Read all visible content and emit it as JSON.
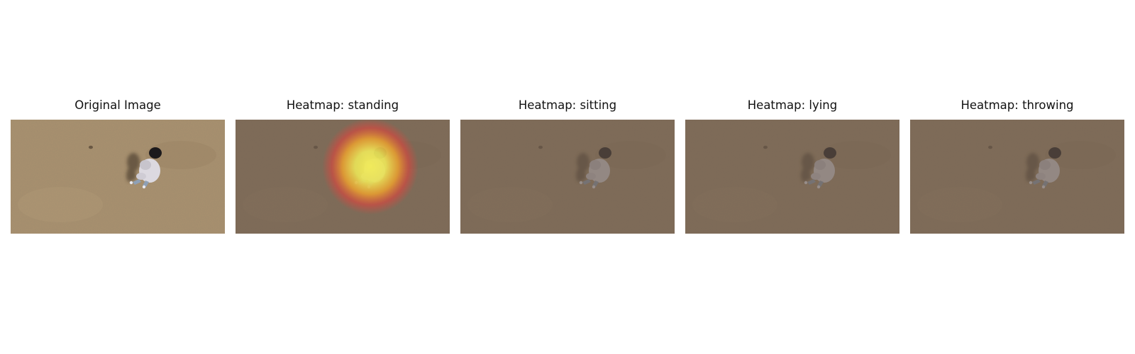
{
  "panels": [
    {
      "title": "Original Image",
      "style": "original",
      "heat": 0
    },
    {
      "title": "Heatmap: standing",
      "style": "overlay",
      "heat": 1
    },
    {
      "title": "Heatmap: sitting",
      "style": "overlay",
      "heat": 0
    },
    {
      "title": "Heatmap: lying",
      "style": "overlay",
      "heat": 0
    },
    {
      "title": "Heatmap: throwing",
      "style": "overlay",
      "heat": 0
    }
  ],
  "colors": {
    "ground": "#a68f6e",
    "ground_dim": "#65564a",
    "heat_outer": "#e0443c",
    "heat_mid": "#f2a32c",
    "heat_inner": "#f6f05a"
  }
}
